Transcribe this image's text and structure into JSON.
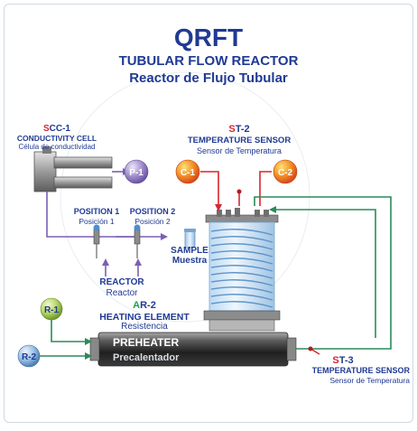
{
  "header": {
    "code": "QRFT",
    "title_en": "TUBULAR FLOW REACTOR",
    "title_es": "Reactor de Flujo Tubular"
  },
  "scc1": {
    "prefix": "S",
    "rest": "CC-1",
    "en": "CONDUCTIVITY CELL",
    "es": "Célula de conductividad"
  },
  "st2": {
    "prefix": "S",
    "rest": "T-2",
    "en": "TEMPERATURE SENSOR",
    "es": "Sensor de Temperatura"
  },
  "st3": {
    "prefix": "S",
    "rest": "T-3",
    "en": "TEMPERATURE SENSOR",
    "es": "Sensor de Temperatura"
  },
  "ar2": {
    "prefix": "A",
    "rest": "R-2",
    "en": "HEATING ELEMENT",
    "es": "Resistencia"
  },
  "position1": {
    "en": "POSITION 1",
    "es": "Posición 1"
  },
  "position2": {
    "en": "POSITION 2",
    "es": "Posición 2"
  },
  "sample": {
    "en": "SAMPLE",
    "es": "Muestra"
  },
  "reactor": {
    "en": "REACTOR",
    "es": "Reactor"
  },
  "preheater": {
    "en": "PREHEATER",
    "es": "Precalentador"
  },
  "balls": {
    "p1": "P-1",
    "c1": "C-1",
    "c2": "C-2",
    "r1": "R-1",
    "r2": "R-2"
  },
  "colors": {
    "title_blue": "#1f3a93",
    "accent_red": "#d7262e",
    "accent_green": "#1aa34a",
    "pipe_purple": "#7b5fb3",
    "pipe_green": "#2b8a5a",
    "pipe_red": "#d7262e"
  }
}
